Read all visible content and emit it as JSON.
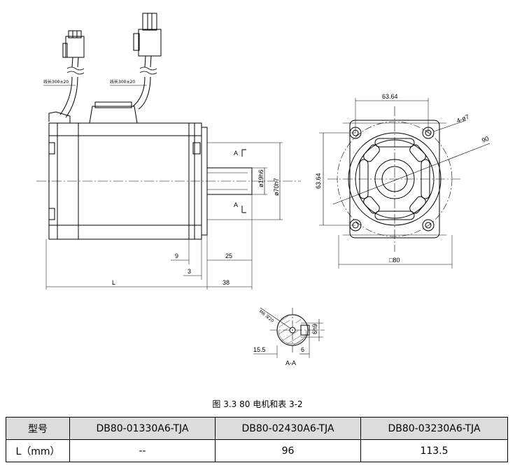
{
  "drawing": {
    "cable_length_1": "线长300±20",
    "cable_length_2": "线长300±20",
    "dim_front_width": "63.64",
    "dim_front_height": "63.64",
    "dim_holes": "4-ø7",
    "dim_pcd": "90",
    "dim_square": "□80",
    "dim_shaft_dia": "ø19h6",
    "dim_pilot_dia": "ø70h7",
    "dim_9": "9",
    "dim_25": "25",
    "dim_3": "3",
    "dim_L": "L",
    "dim_38": "38",
    "section_mark_top": "A",
    "section_mark_bottom": "A",
    "section_thread": "M6 深20",
    "section_key_height": "6h9",
    "section_depth": "15.5",
    "section_key_width": "6",
    "section_title": "A-A"
  },
  "caption": "图 3.3   80 电机和表 3-2",
  "table": {
    "headers": [
      "型号",
      "DB80-01330A6-TJA",
      "DB80-02430A6-TJA",
      "DB80-03230A6-TJA"
    ],
    "rows": [
      [
        "L（mm）",
        "--",
        "96",
        "113.5"
      ]
    ]
  }
}
